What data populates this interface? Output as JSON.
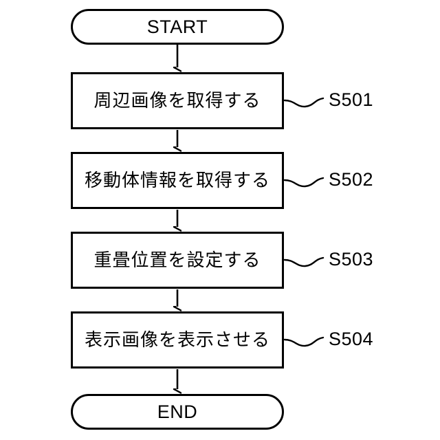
{
  "figure": {
    "type": "flowchart",
    "orientation": "vertical",
    "background_color": "#ffffff",
    "stroke_color": "#000000"
  },
  "nodes": [
    {
      "id": "start",
      "shape": "terminator",
      "label": "START",
      "script": "latin"
    },
    {
      "id": "step-s501",
      "shape": "process",
      "label": "周辺画像を取得する",
      "script": "japanese"
    },
    {
      "id": "step-s502",
      "shape": "process",
      "label": "移動体情報を取得する",
      "script": "japanese"
    },
    {
      "id": "step-s503",
      "shape": "process",
      "label": "重畳位置を設定する",
      "script": "japanese"
    },
    {
      "id": "step-s504",
      "shape": "process",
      "label": "表示画像を表示させる",
      "script": "japanese"
    },
    {
      "id": "end",
      "shape": "terminator",
      "label": "END",
      "script": "latin"
    }
  ],
  "step_labels": [
    {
      "id": "s501",
      "text": "S501"
    },
    {
      "id": "s502",
      "text": "S502"
    },
    {
      "id": "s503",
      "text": "S503"
    },
    {
      "id": "s504",
      "text": "S504"
    }
  ]
}
